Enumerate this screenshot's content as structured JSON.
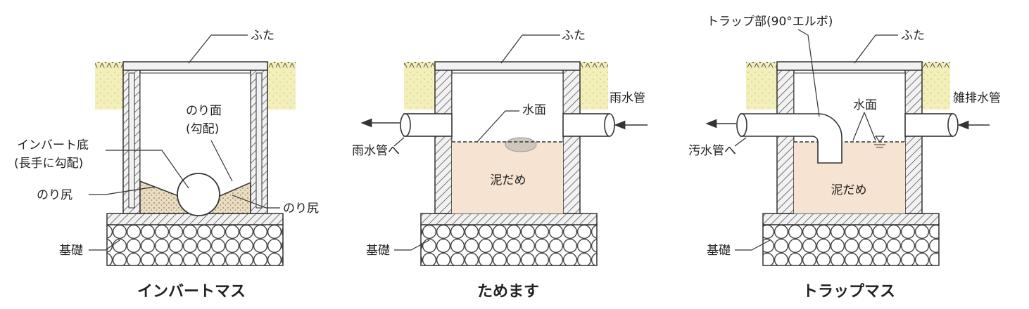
{
  "colors": {
    "soil": "#f3efb8",
    "wall": "#f2f2f2",
    "stroke": "#333333",
    "sand": "#e9dcc0",
    "sludge": "#f6e3d1",
    "base_line": "#555555"
  },
  "panels": [
    {
      "id": "invert",
      "caption": "インバートマス",
      "labels": {
        "lid": "ふた",
        "slope_face": "のり面",
        "slope_face_sub": "(勾配)",
        "invert_bottom": "インバート底",
        "invert_bottom_sub": "(長手に勾配)",
        "slope_toe_left": "のり尻",
        "slope_toe_right": "のり尻",
        "foundation": "基礎"
      }
    },
    {
      "id": "tame",
      "caption": "ためます",
      "labels": {
        "lid": "ふた",
        "water_surface": "水面",
        "inlet_pipe": "雨水管",
        "outlet_pipe": "雨水管へ",
        "sludge": "泥だめ",
        "foundation": "基礎"
      }
    },
    {
      "id": "trap",
      "caption": "トラップマス",
      "labels": {
        "trap_part": "トラップ部(90°エルボ)",
        "lid": "ふた",
        "water_surface": "水面",
        "inlet_pipe": "雑排水管",
        "outlet_pipe": "汚水管へ",
        "sludge": "泥だめ",
        "foundation": "基礎"
      }
    }
  ]
}
